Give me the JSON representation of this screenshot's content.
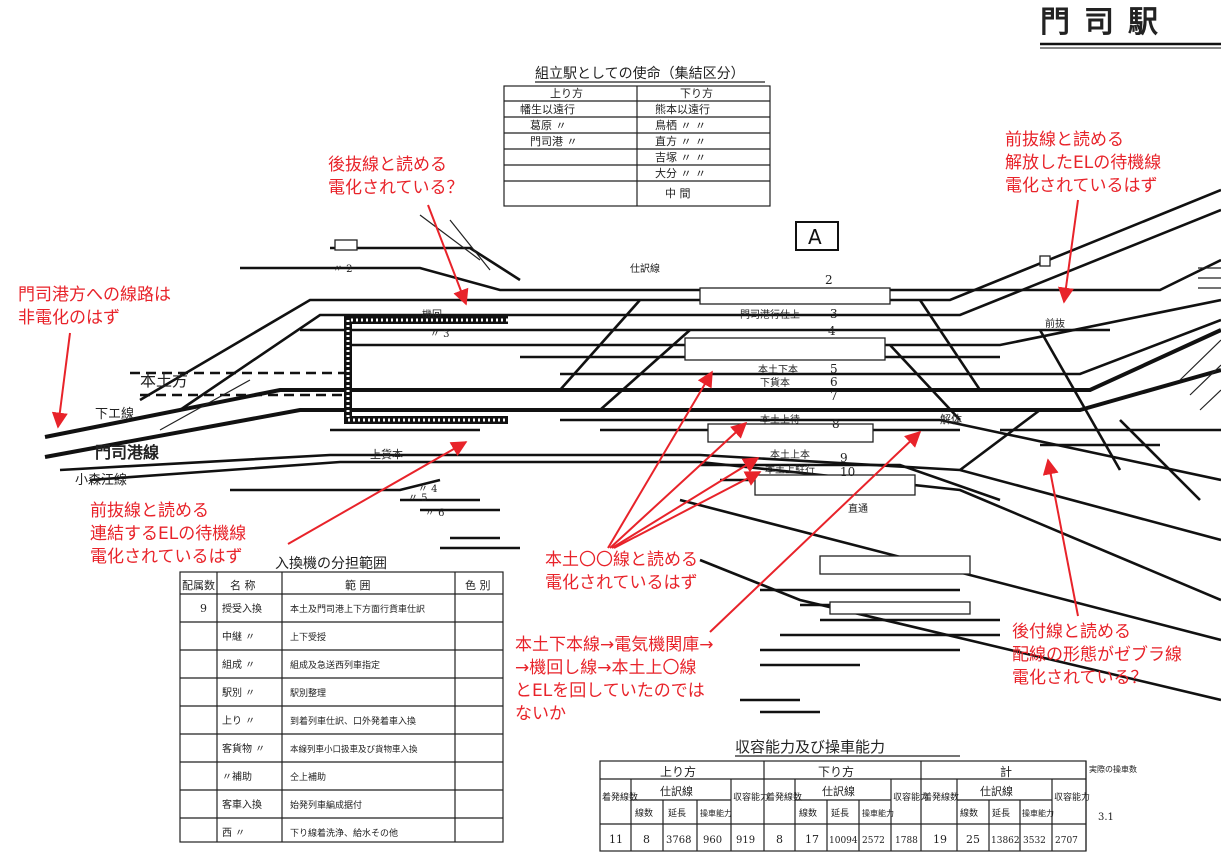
{
  "header": {
    "title": "門司駅"
  },
  "mission_table": {
    "title": "組立駅としての使命（集結区分）",
    "col_up": "上り方",
    "col_down": "下り方",
    "up_rows": [
      "幡生以遠行",
      "葛原 〃",
      "門司港 〃",
      "",
      "",
      ""
    ],
    "down_rows": [
      "熊本以遠行",
      "鳥栖 〃 〃",
      "直方 〃 〃",
      "吉塚 〃 〃",
      "大分 〃 〃",
      "中 間"
    ]
  },
  "diagram": {
    "badge": "A",
    "labels": {
      "hondo_kata": "本土方",
      "shimo_ko_sen": "下エ線",
      "mojiko_sen": "門司港線",
      "komori_e_sen": "小森江線",
      "hondo_shimo_hon": "本土下本",
      "shimo_kamotsu_hon": "下貨本",
      "hondo_kami_machi": "本土上待",
      "hondo_kami_hon": "本土上本",
      "hondo_kami_yuki": "本土上駐行",
      "kami_kamotsu": "上貨本",
      "kaitai": "解体",
      "chokka": "直通",
      "shiwake": "仕訳線",
      "mojiko_ni": "門司港行仕上",
      "kiki": "機回",
      "nukisen": "前抜",
      "sen_2": "〃 2",
      "sen_3": "〃 3",
      "sen_4": "〃 4",
      "sen_5": "〃 5",
      "sen_6": "〃 6"
    },
    "track_numbers": [
      "2",
      "3",
      "4",
      "5",
      "6",
      "7",
      "8",
      "9",
      "10"
    ]
  },
  "annotations": {
    "ann1": [
      "後抜線と読める",
      "電化されている？"
    ],
    "ann2": [
      "前抜線と読める",
      "解放したELの待機線",
      "電化されているはず"
    ],
    "ann3": [
      "門司港方への線路は",
      "非電化のはず"
    ],
    "ann4": [
      "前抜線と読める",
      "連結するELの待機線",
      "電化されているはず"
    ],
    "ann5": [
      "本土〇〇線と読める",
      "電化されているはず"
    ],
    "ann6": [
      "本土下本線→電気機関庫→",
      "→機回し線→本土上〇線",
      "とELを回していたのでは",
      "ないか"
    ],
    "ann7": [
      "後付線と読める",
      "配線の形態がゼブラ線",
      "電化されている？"
    ]
  },
  "duty_table": {
    "title": "入換機の分担範囲",
    "headers": [
      "配属数",
      "名 称",
      "範 囲",
      "色 別"
    ],
    "rows": [
      [
        "9",
        "授受入換",
        "本土及門司港上下方面行貨車仕訳",
        ""
      ],
      [
        "",
        "中継 〃",
        "上下受授",
        ""
      ],
      [
        "",
        "組成 〃",
        "組成及急送西列車指定",
        ""
      ],
      [
        "",
        "駅別 〃",
        "駅別整理",
        ""
      ],
      [
        "",
        "上り 〃",
        "到着列車仕訳、口外発着車入換",
        ""
      ],
      [
        "",
        "客貨物 〃",
        "本線列車小口扱車及び貨物車入換",
        ""
      ],
      [
        "",
        "〃補助",
        "仝上補助",
        ""
      ],
      [
        "",
        "客車入換",
        "始発列車編成据付",
        ""
      ],
      [
        "",
        "西 〃",
        "下り線着洗浄、給水その他",
        ""
      ]
    ]
  },
  "capacity_table": {
    "title": "収容能力及び操車能力",
    "groups": [
      "上り方",
      "下り方",
      "計"
    ],
    "extra": "実際の操車数",
    "sub_arrival": "着発線数",
    "sub_shiwake": "仕訳線",
    "sub_shuyo": "収容能力",
    "sub_cols": [
      "線数",
      "延長",
      "操車能力"
    ],
    "values": [
      "11",
      "8",
      "3768",
      "960",
      "919",
      "8",
      "17",
      "10094",
      "2572",
      "1788",
      "19",
      "25",
      "13862",
      "3532",
      "2707",
      "3.1"
    ]
  },
  "colors": {
    "annotation": "#e8232a",
    "ink": "#111111"
  }
}
